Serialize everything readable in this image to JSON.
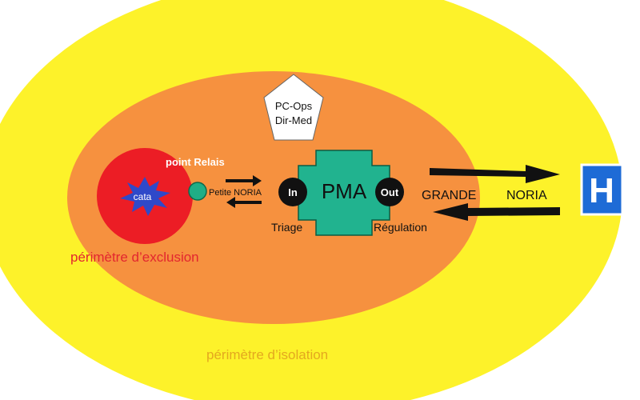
{
  "colors": {
    "isolation_zone": "#fdf22a",
    "intervention_zone": "#f6913f",
    "exclusion_zone": "#ec1d25",
    "catastrophe_burst": "#2f49c9",
    "relay_point": "#1fae86",
    "pma": "#21b38f",
    "hospital": "#1e6bd6",
    "exclusion_label": "#e3262f",
    "isolation_label": "#e4a81f"
  },
  "labels": {
    "cata": "cata",
    "point_relais": "point Relais",
    "petite_noria": "Petite NORIA",
    "pc_ops": "PC-Ops",
    "dir_med": "Dir-Med",
    "pma": "PMA",
    "in": "In",
    "out": "Out",
    "triage": "Triage",
    "regulation": "Régulation",
    "grande": "GRANDE",
    "noria": "NORIA",
    "hospital": "H",
    "perimetre_exclusion": "périmètre d’exclusion",
    "perimetre_isolation": "périmètre d’isolation"
  },
  "icons": {
    "hospital": "hospital-icon",
    "command_post": "pentagon-command-post",
    "catastrophe": "burst-star-icon"
  }
}
